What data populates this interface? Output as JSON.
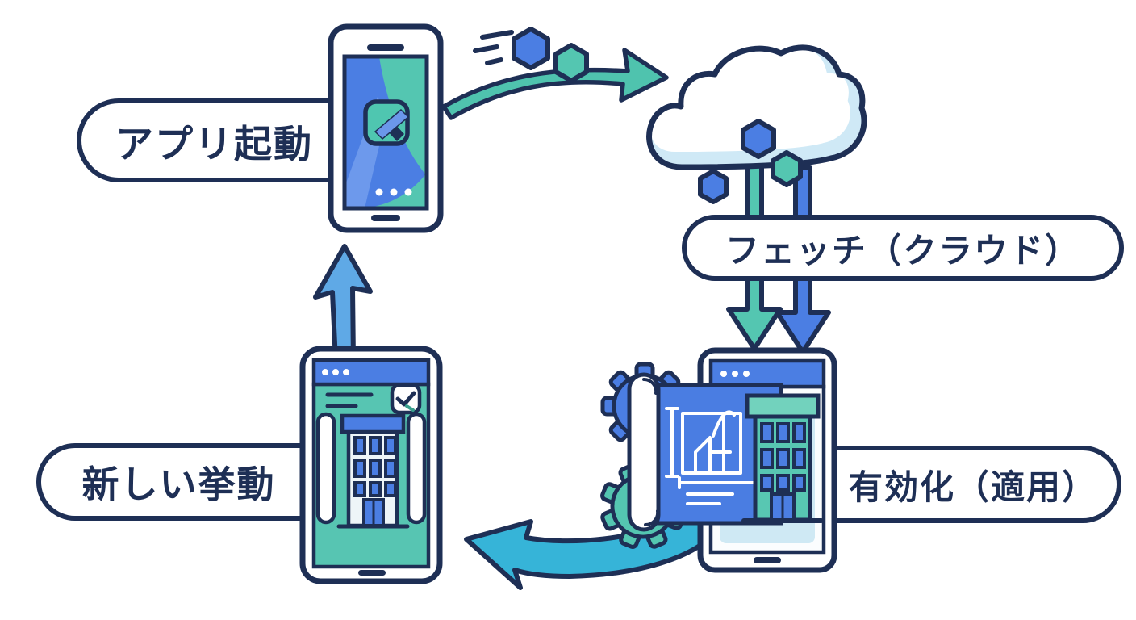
{
  "diagram": {
    "type": "cycle",
    "language": "ja",
    "steps": [
      {
        "id": "app-launch",
        "label": "アプリ起動"
      },
      {
        "id": "fetch-cloud",
        "label": "フェッチ（クラウド）"
      },
      {
        "id": "activate-apply",
        "label": "有効化（適用）"
      },
      {
        "id": "new-behavior",
        "label": "新しい挙動"
      }
    ]
  },
  "colors": {
    "outline_navy": "#1e2f55",
    "blue": "#4b7ee3",
    "teal": "#54c6b1",
    "teal_light": "#72d2bd",
    "light_blue_shading": "#cfe9f6",
    "sky_blue_arrow": "#5fa9e6",
    "cyan_arrow": "#36b4d8",
    "arc_arrow_teal": "#4fc3ae",
    "background": "#ffffff"
  }
}
